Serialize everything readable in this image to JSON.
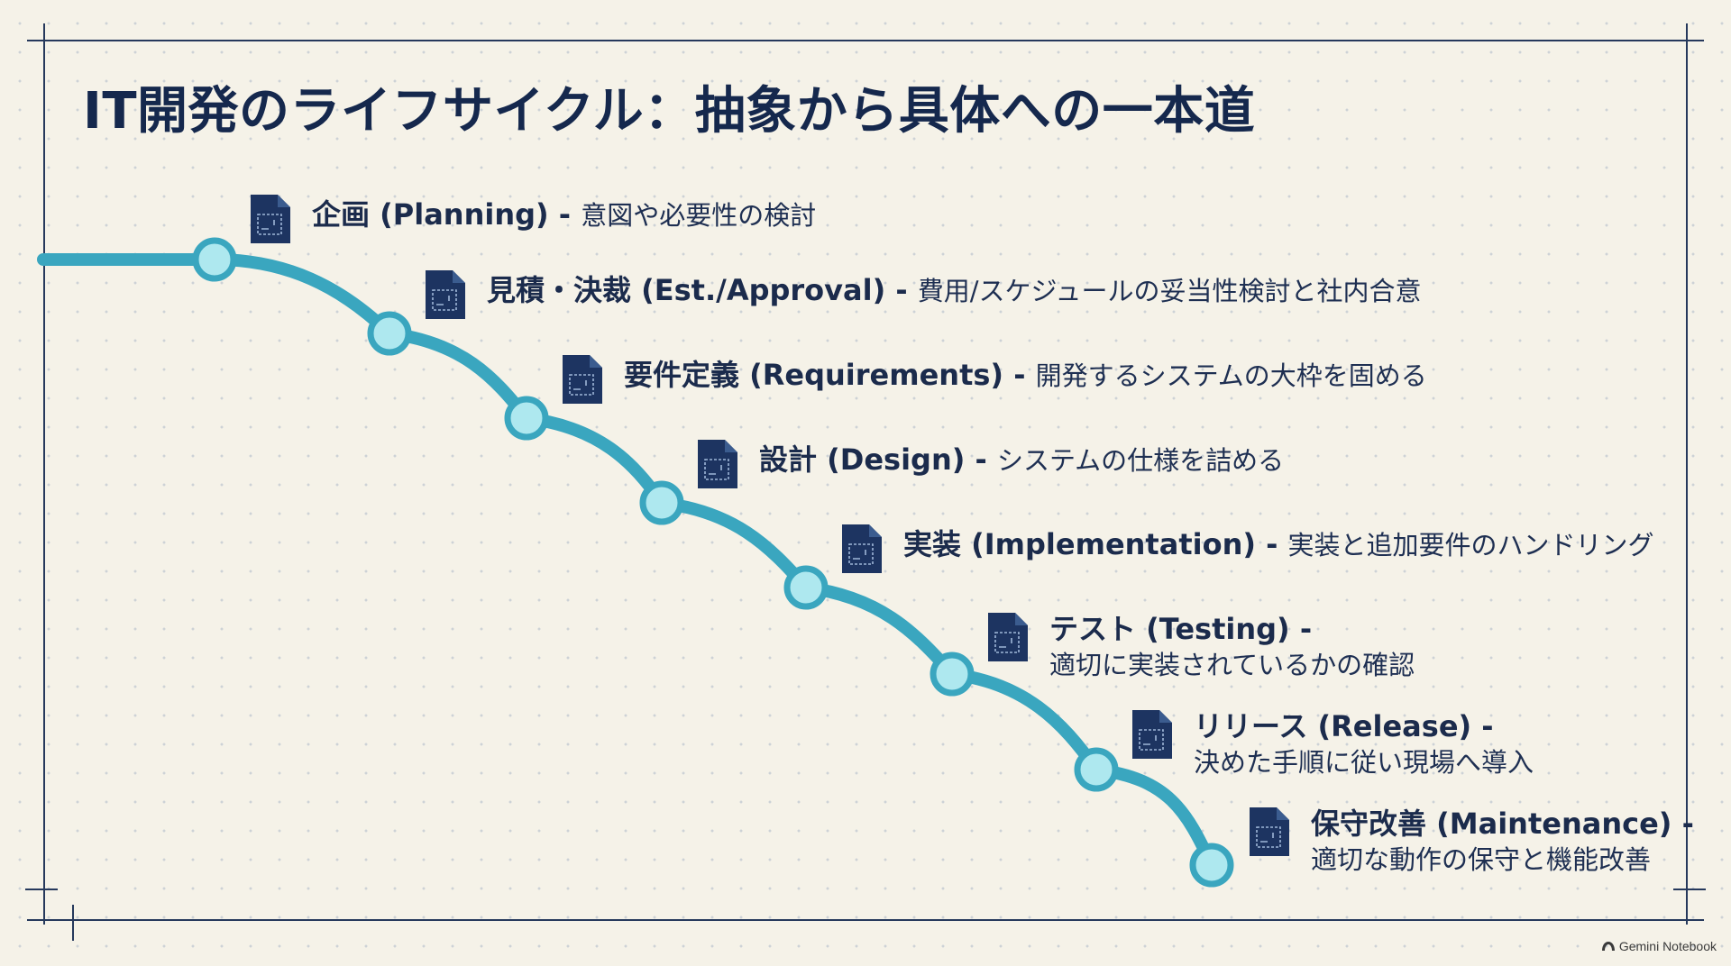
{
  "title": "IT開発のライフサイクル：抽象から具体への一本道",
  "steps": [
    {
      "title": "企画 (Planning)",
      "separator": " - ",
      "description": "意図や必要性の検討",
      "icon": "document-icon"
    },
    {
      "title": "見積・決裁 (Est./Approval)",
      "separator": " - ",
      "description": "費用/スケジュールの妥当性検討と社内合意",
      "icon": "document-icon"
    },
    {
      "title": "要件定義 (Requirements)",
      "separator": " - ",
      "description": "開発するシステムの大枠を固める",
      "icon": "document-icon"
    },
    {
      "title": "設計 (Design)",
      "separator": " - ",
      "description": "システムの仕様を詰める",
      "icon": "document-icon"
    },
    {
      "title": "実装 (Implementation)",
      "separator": " - ",
      "description": "実装と追加要件のハンドリング",
      "icon": "document-icon"
    },
    {
      "title": "テスト (Testing)",
      "separator": " -",
      "description": "適切に実装されているかの確認",
      "icon": "document-icon"
    },
    {
      "title": "リリース (Release)",
      "separator": " -",
      "description": "決めた手順に従い現場へ導入",
      "icon": "document-icon"
    },
    {
      "title": "保守改善 (Maintenance)",
      "separator": " -",
      "description": "適切な動作の保守と機能改善",
      "icon": "document-icon"
    }
  ],
  "brand": {
    "label": "Gemini Notebook",
    "icon": "notebook-logo-icon"
  },
  "colors": {
    "background": "#f5f2e8",
    "title": "#15284d",
    "path": "#3aa6bf",
    "node_fill": "#aee8ef",
    "node_stroke": "#3aa6bf",
    "icon": "#1d3461"
  }
}
